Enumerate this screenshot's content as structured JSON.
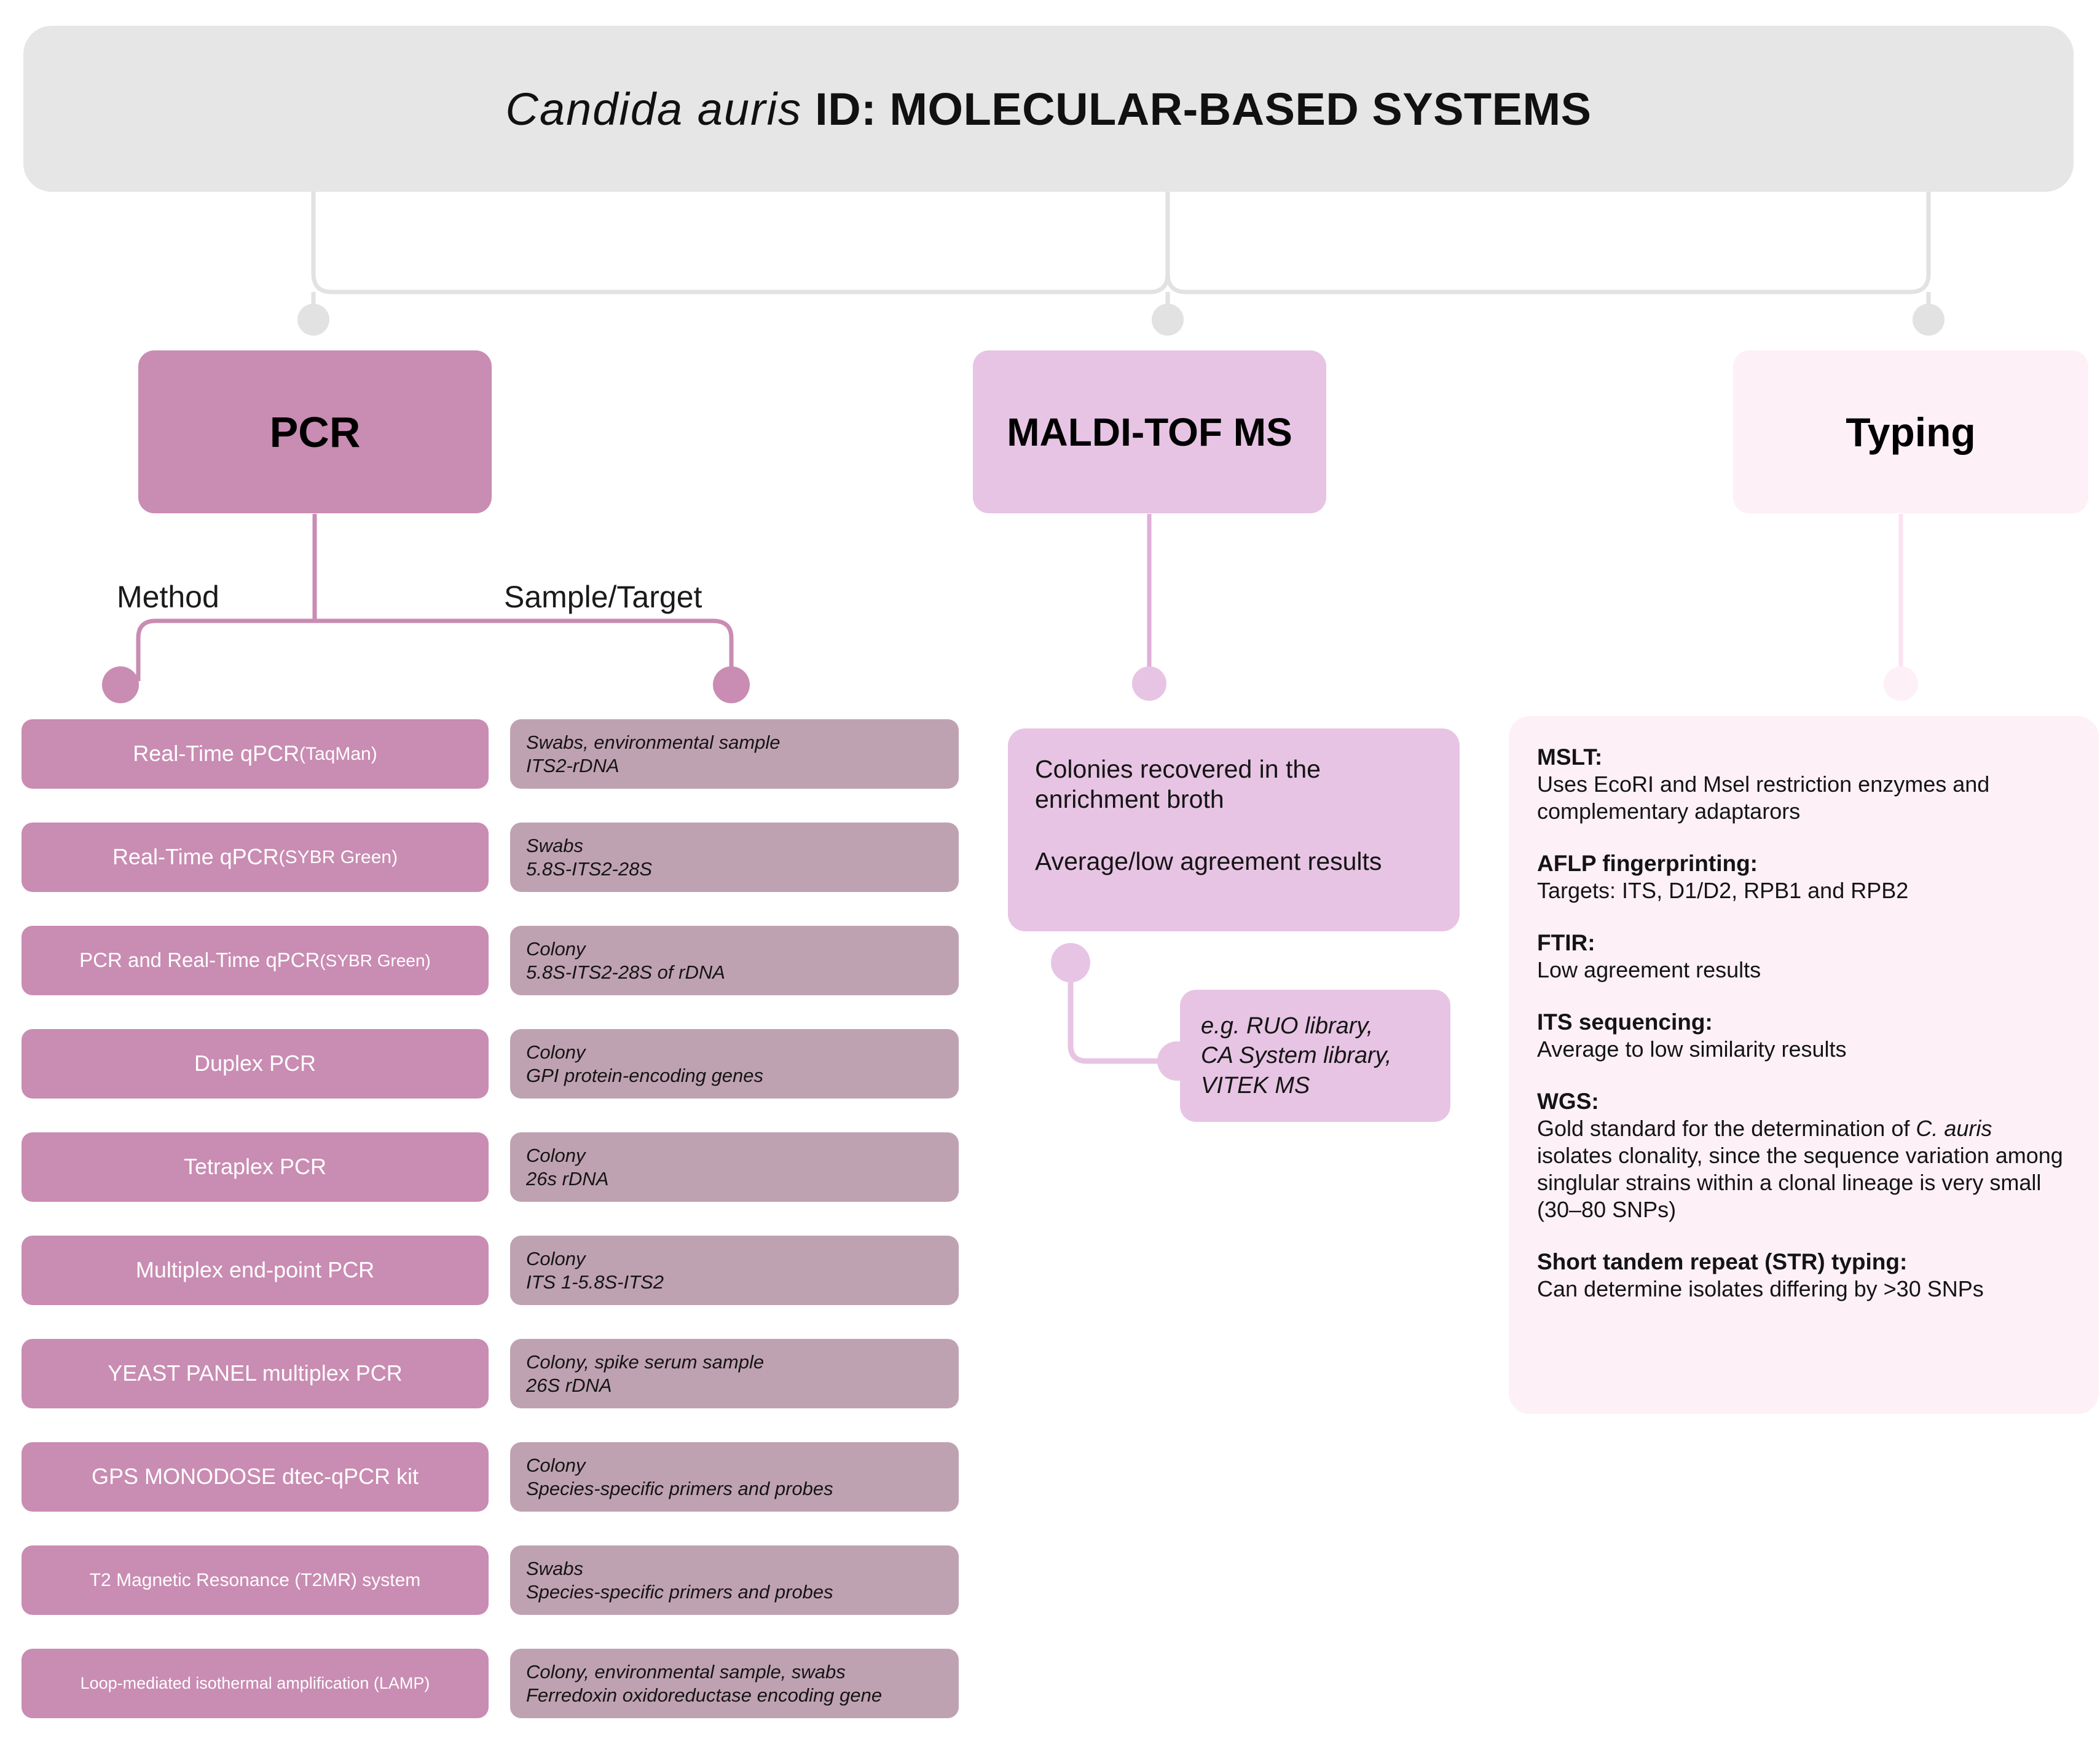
{
  "title": {
    "species": "Candida  auris",
    "rest": " ID: MOLECULAR-BASED SYSTEMS"
  },
  "branches": {
    "pcr": "PCR",
    "maldi": "MALDI-TOF MS",
    "typing": "Typing"
  },
  "columns": {
    "method": "Method",
    "target": "Sample/Target"
  },
  "pcr_rows": [
    {
      "method_main": "Real-Time qPCR ",
      "method_sub": "(TaqMan)",
      "size": "",
      "target_l1": "Swabs, environmental sample",
      "target_l2": "ITS2-rDNA"
    },
    {
      "method_main": "Real-Time qPCR ",
      "method_sub": "(SYBR Green)",
      "size": "",
      "target_l1": "Swabs",
      "target_l2": "5.8S-ITS2-28S"
    },
    {
      "method_main": "PCR and Real-Time qPCR ",
      "method_sub": "(SYBR Green)",
      "size": "sz-s",
      "target_l1": "Colony",
      "target_l2": "5.8S-ITS2-28S of rDNA"
    },
    {
      "method_main": "Duplex PCR",
      "method_sub": "",
      "size": "",
      "target_l1": "Colony",
      "target_l2": "GPI protein-encoding genes"
    },
    {
      "method_main": "Tetraplex PCR",
      "method_sub": "",
      "size": "",
      "target_l1": "Colony",
      "target_l2": "26s rDNA"
    },
    {
      "method_main": "Multiplex end-point PCR",
      "method_sub": "",
      "size": "",
      "target_l1": "Colony",
      "target_l2": "ITS 1-5.8S-ITS2"
    },
    {
      "method_main": "YEAST PANEL multiplex PCR",
      "method_sub": "",
      "size": "",
      "target_l1": "Colony, spike serum sample",
      "target_l2": "26S rDNA"
    },
    {
      "method_main": "GPS MONODOSE dtec-qPCR kit",
      "method_sub": "",
      "size": "",
      "target_l1": "Colony",
      "target_l2": "Species-specific primers and probes"
    },
    {
      "method_main": "T2 Magnetic Resonance (T2MR) system",
      "method_sub": "",
      "size": "sz-xs",
      "target_l1": "Swabs",
      "target_l2": "Species-specific primers and probes"
    },
    {
      "method_main": "Loop-mediated isothermal amplification (LAMP)",
      "method_sub": "",
      "size": "sz-xxs",
      "target_l1": "Colony, environmental sample, swabs",
      "target_l2": "Ferredoxin oxidoreductase encoding gene"
    }
  ],
  "maldi": {
    "line1": "Colonies recovered in the enrichment broth",
    "line2": "Average/low agreement results",
    "library_l1": "e.g. RUO library,",
    "library_l2": "CA System library,",
    "library_l3": "VITEK MS"
  },
  "typing_blocks": [
    {
      "head": "MSLT:",
      "body_pre": "Uses EcoRI and Msel restriction enzymes and complementary adaptarors",
      "body_it": "",
      "body_post": ""
    },
    {
      "head": "AFLP fingerprinting:",
      "body_pre": "Targets: ITS, D1/D2, RPB1 and RPB2",
      "body_it": "",
      "body_post": ""
    },
    {
      "head": "FTIR:",
      "body_pre": "Low agreement results",
      "body_it": "",
      "body_post": ""
    },
    {
      "head": "ITS sequencing:",
      "body_pre": "Average to low similarity results",
      "body_it": "",
      "body_post": ""
    },
    {
      "head": "WGS:",
      "body_pre": "Gold standard for the determination of ",
      "body_it": "C. auris",
      "body_post": " isolates clonality, since the sequence variation among singlular strains within a clonal lineage is very small (30–80 SNPs)"
    },
    {
      "head": "Short tandem repeat (STR) typing:",
      "body_pre": "Can determine isolates differing by >30 SNPs",
      "body_it": "",
      "body_post": ""
    }
  ],
  "colors": {
    "banner_gray": "#e6e6e6",
    "pcr_pink": "#c98cb2",
    "target_mauve": "#bfa2b1",
    "maldi_pink": "#e7c4e4",
    "typing_blush": "#fdf0f7",
    "connector_gray": "#e0e0e0"
  }
}
